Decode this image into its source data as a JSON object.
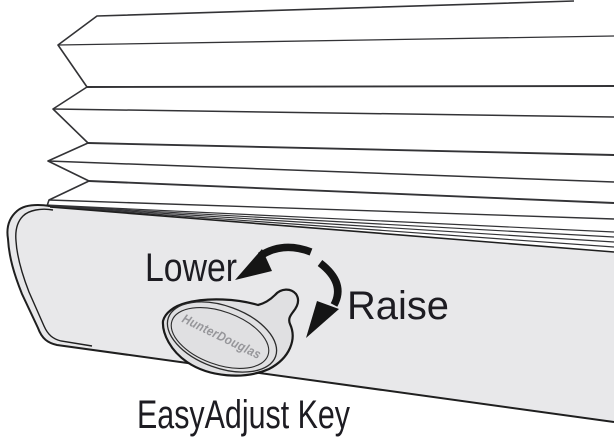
{
  "labels": {
    "lower": "Lower",
    "raise": "Raise",
    "caption": "EasyAdjust Key",
    "brand": "HunterDouglas"
  },
  "colors": {
    "background": "#ffffff",
    "rail": "#e8e8ea",
    "key": "#e0e0e2",
    "outline": "#1f1f1f",
    "label_text": "#1d1c22",
    "brand_text": "#96969a",
    "arrow": "#151515"
  },
  "icons": {
    "lower_arrow": "counterclockwise-rotation-arrow",
    "raise_arrow": "clockwise-rotation-arrow"
  }
}
